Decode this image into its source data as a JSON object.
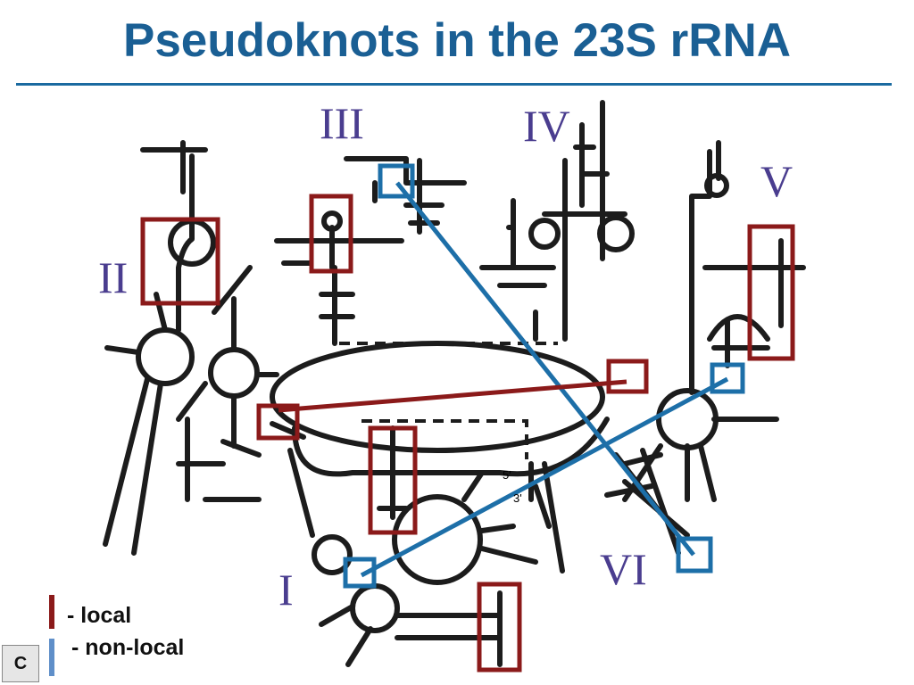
{
  "title": "Pseudoknots in the 23S rRNA",
  "colors": {
    "title": "#1a5f94",
    "rule": "#1a6aa0",
    "local_box": "#8b1a1a",
    "nonlocal_box": "#1d6fa8",
    "nonlocal_legend": "#5f8fc9",
    "domain_label": "#4a3d8f",
    "rna_outline": "#1c1c1c"
  },
  "domains": [
    {
      "id": "domain-I",
      "label": "I"
    },
    {
      "id": "domain-II",
      "label": "II"
    },
    {
      "id": "domain-III",
      "label": "III"
    },
    {
      "id": "domain-IV",
      "label": "IV"
    },
    {
      "id": "domain-V",
      "label": "V"
    },
    {
      "id": "domain-VI",
      "label": "VI"
    }
  ],
  "strand_ends": {
    "five_prime": "5'",
    "three_prime": "3'"
  },
  "legend": {
    "local": "- local",
    "nonlocal": "- non-local"
  },
  "corner_tag": "C"
}
